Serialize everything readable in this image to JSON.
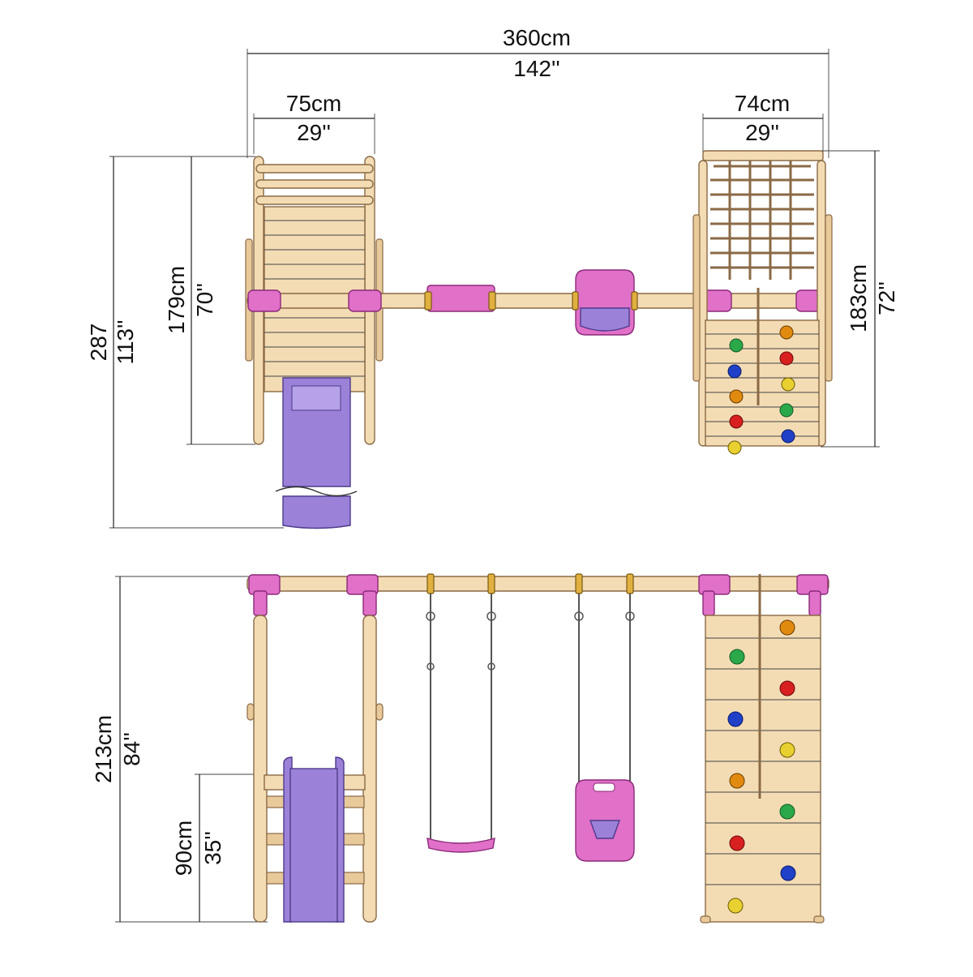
{
  "dimensions": {
    "total_width_cm": "360cm",
    "total_width_in": "142''",
    "slide_tower_width_cm": "75cm",
    "slide_tower_width_in": "29''",
    "climb_tower_width_cm": "74cm",
    "climb_tower_width_in": "29''",
    "overall_depth_cm": "287",
    "overall_depth_in": "113''",
    "slide_tower_depth_cm": "179cm",
    "slide_tower_depth_in": "70''",
    "climb_tower_depth_cm": "183cm",
    "climb_tower_depth_in": "72''",
    "height_cm": "213cm",
    "height_in": "84''",
    "platform_height_cm": "90cm",
    "platform_height_in": "35''"
  },
  "colors": {
    "wood": "#f3dcb4",
    "fitting": "#e070c8",
    "slide": "#9b82d8",
    "hardware": "#e0b040"
  },
  "holds": [
    "#e08a10",
    "#2aa84a",
    "#d82020",
    "#2040c8",
    "#e8d030",
    "#e06010"
  ]
}
